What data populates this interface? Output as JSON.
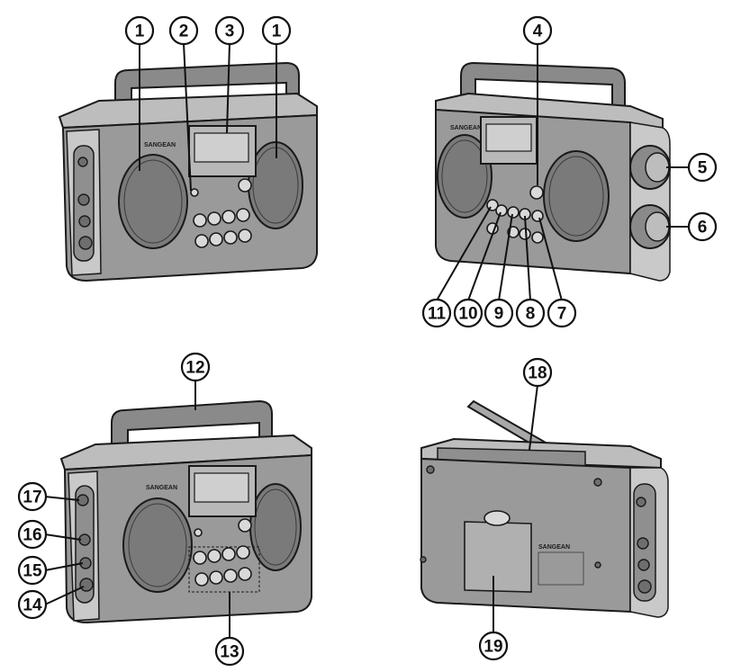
{
  "brand": "SANGEAN",
  "views": {
    "front": {
      "callouts": [
        {
          "id": "c1a",
          "num": "1"
        },
        {
          "id": "c2",
          "num": "2"
        },
        {
          "id": "c3",
          "num": "3"
        },
        {
          "id": "c1b",
          "num": "1"
        }
      ]
    },
    "angled": {
      "callouts": [
        {
          "id": "c4",
          "num": "4"
        },
        {
          "id": "c5",
          "num": "5"
        },
        {
          "id": "c6",
          "num": "6"
        },
        {
          "id": "c11",
          "num": "11"
        },
        {
          "id": "c10",
          "num": "10"
        },
        {
          "id": "c9",
          "num": "9"
        },
        {
          "id": "c8",
          "num": "8"
        },
        {
          "id": "c7",
          "num": "7"
        }
      ]
    },
    "side": {
      "callouts": [
        {
          "id": "c12",
          "num": "12"
        },
        {
          "id": "c17",
          "num": "17"
        },
        {
          "id": "c16",
          "num": "16"
        },
        {
          "id": "c15",
          "num": "15"
        },
        {
          "id": "c14",
          "num": "14"
        },
        {
          "id": "c13",
          "num": "13"
        }
      ]
    },
    "back": {
      "callouts": [
        {
          "id": "c18",
          "num": "18"
        },
        {
          "id": "c19",
          "num": "19"
        }
      ]
    }
  }
}
